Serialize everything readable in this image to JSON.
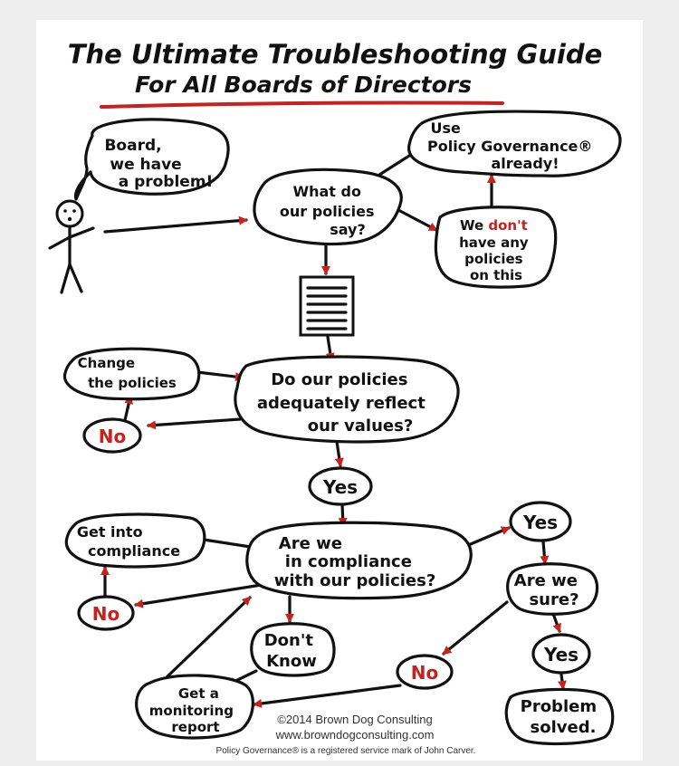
{
  "title": {
    "line1": "The Ultimate Troubleshooting Guide",
    "line2": "For All Boards of Directors"
  },
  "nodes": {
    "board_speech": [
      "Board,",
      "we have",
      "a problem!"
    ],
    "use_pg": [
      "Use",
      "Policy Governance®",
      "already!"
    ],
    "what_policies": [
      "What do",
      "our policies",
      "say?"
    ],
    "dont_have": {
      "pre": "We ",
      "em": "don't",
      "lines": [
        "have any",
        "policies",
        "on this"
      ]
    },
    "change_policies": [
      "Change",
      "the policies"
    ],
    "reflect_values": [
      "Do our policies",
      "adequately reflect",
      "our values?"
    ],
    "no1": "No",
    "yes1": "Yes",
    "get_compliance": [
      "Get into",
      "compliance"
    ],
    "in_compliance": [
      "Are we",
      "in compliance",
      "with our policies?"
    ],
    "no2": "No",
    "yes2": "Yes",
    "are_we_sure": [
      "Are we",
      "sure?"
    ],
    "dont_know": [
      "Don't",
      "Know"
    ],
    "no3": "No",
    "yes3": "Yes",
    "monitoring": [
      "Get a",
      "monitoring",
      "report"
    ],
    "solved": [
      "Problem",
      "solved."
    ]
  },
  "credits": {
    "copyright": "©2014 Brown Dog Consulting",
    "url": "www.browndogconsulting.com",
    "trademark": "Policy Governance® is a registered service mark of John Carver."
  },
  "colors": {
    "ink": "#111111",
    "accent_red": "#c8211e",
    "paper": "#ffffff",
    "background": "#eeeeee"
  }
}
